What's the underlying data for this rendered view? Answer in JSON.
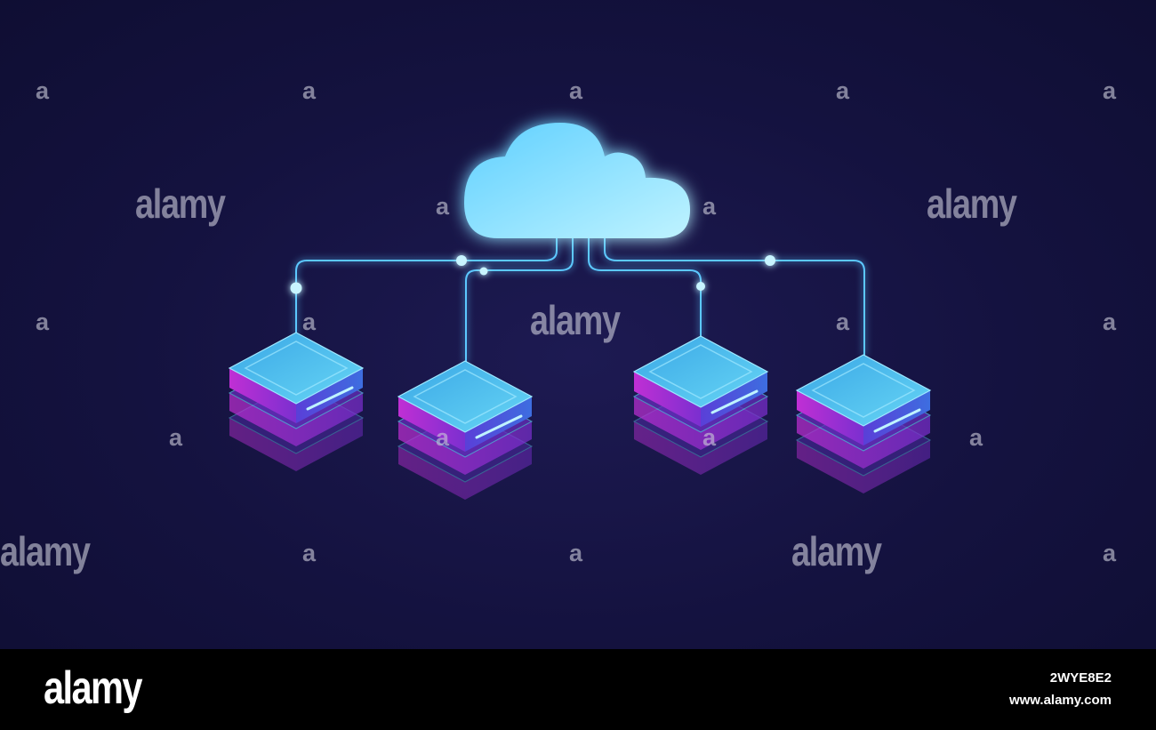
{
  "watermark": {
    "word": "alamy",
    "letter": "a"
  },
  "footer": {
    "logo": "alamy",
    "image_id": "2WYE8E2",
    "url": "www.alamy.com"
  },
  "colors": {
    "background": "#14123f",
    "cloud": "#a9e9ff",
    "line": "#5cc8ff",
    "server_top": "#3fb6ea",
    "server_side": "#a92fd0",
    "footer": "#000000"
  },
  "icons": [
    "cloud-icon",
    "server-stack-icon"
  ]
}
